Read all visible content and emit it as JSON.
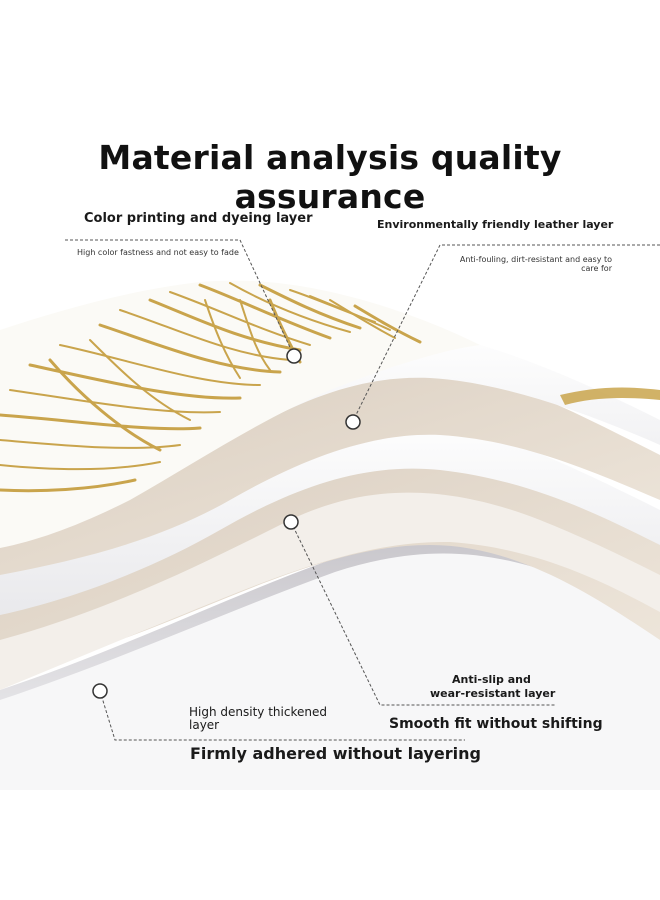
{
  "title": "Material analysis quality assurance",
  "labels": {
    "color_layer": "Color printing and dyeing layer",
    "color_layer_desc": "High color fastness and not easy to fade",
    "leather_layer": "Environmentally friendly leather layer",
    "leather_layer_desc": "Anti-fouling, dirt-resistant and easy to care for",
    "antislip_line1": "Anti-slip and",
    "antislip_line2": "wear-resistant layer",
    "smooth_fit": "Smooth fit without shifting",
    "density_line1": "High density thickened",
    "density_line2": "layer",
    "adhered": "Firmly adhered without layering"
  },
  "colors": {
    "gold": "#c9a44c",
    "layer_beige": "#e7ddd1",
    "layer_white": "#fbfbfb",
    "text": "#111111"
  }
}
